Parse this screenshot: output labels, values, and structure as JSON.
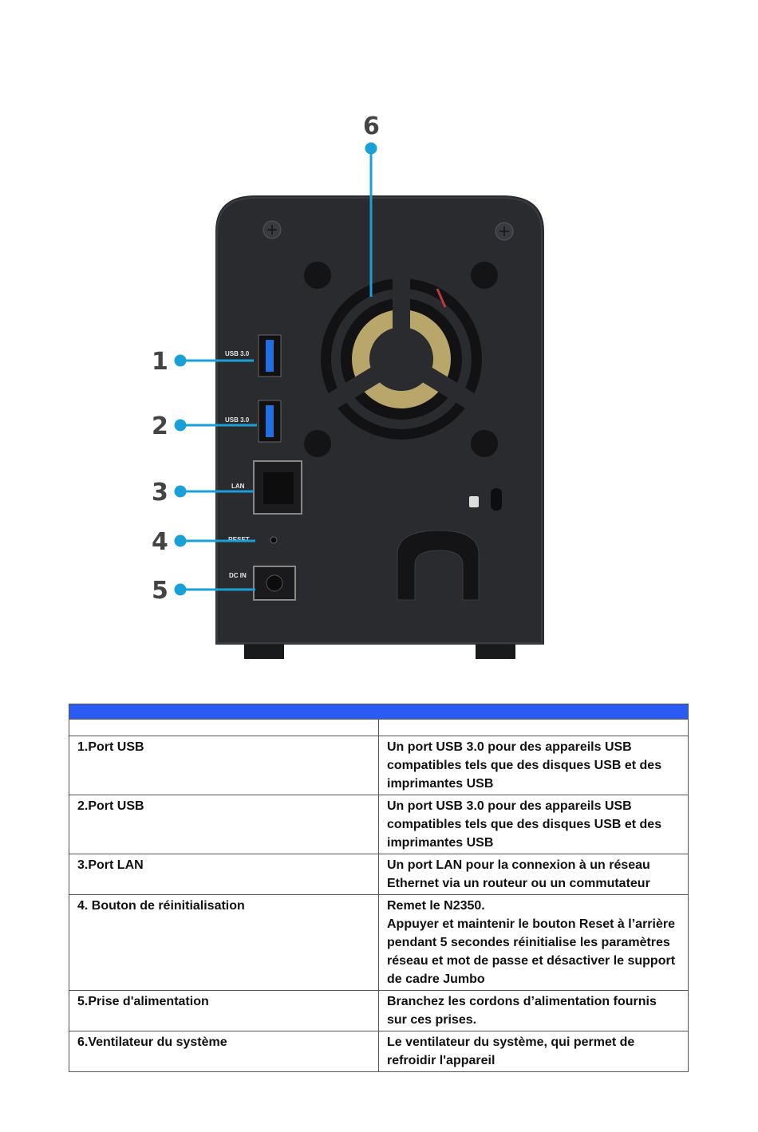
{
  "figure": {
    "callouts": [
      "1",
      "2",
      "3",
      "4",
      "5",
      "6"
    ],
    "port_labels": {
      "usb_top": "USB 3.0",
      "usb_bottom": "USB 3.0",
      "lan": "LAN",
      "reset": "RESET",
      "dc_in": "DC IN"
    },
    "colors": {
      "callout": "#1aa0d8",
      "chassis": "#2a2b2f",
      "fan_hub": "#b9a66a"
    }
  },
  "table": {
    "header_color": "#2b5bf5",
    "rows": [
      {
        "name": "1.Port USB",
        "desc": [
          "Un port USB 3.0 pour des appareils USB compatibles tels que des disques USB et des imprimantes USB"
        ]
      },
      {
        "name": "2.Port USB",
        "desc": [
          "Un port USB 3.0 pour des appareils USB compatibles tels que des disques USB et des imprimantes USB"
        ]
      },
      {
        "name": "3.Port LAN",
        "desc": [
          "Un port LAN pour la connexion à un réseau Ethernet via un routeur ou un commutateur"
        ]
      },
      {
        "name": "4. Bouton de réinitialisation",
        "desc": [
          "Remet le N2350.",
          "Appuyer et maintenir le bouton Reset à l’arrière pendant 5 secondes réinitialise les paramètres réseau et mot de passe et désactiver le support de cadre Jumbo"
        ]
      },
      {
        "name": "5.Prise d'alimentation",
        "desc": [
          "Branchez les cordons d’alimentation fournis sur ces prises."
        ]
      },
      {
        "name": "6.Ventilateur du système",
        "desc": [
          "Le ventilateur du système, qui permet de refroidir l'appareil"
        ]
      }
    ]
  }
}
